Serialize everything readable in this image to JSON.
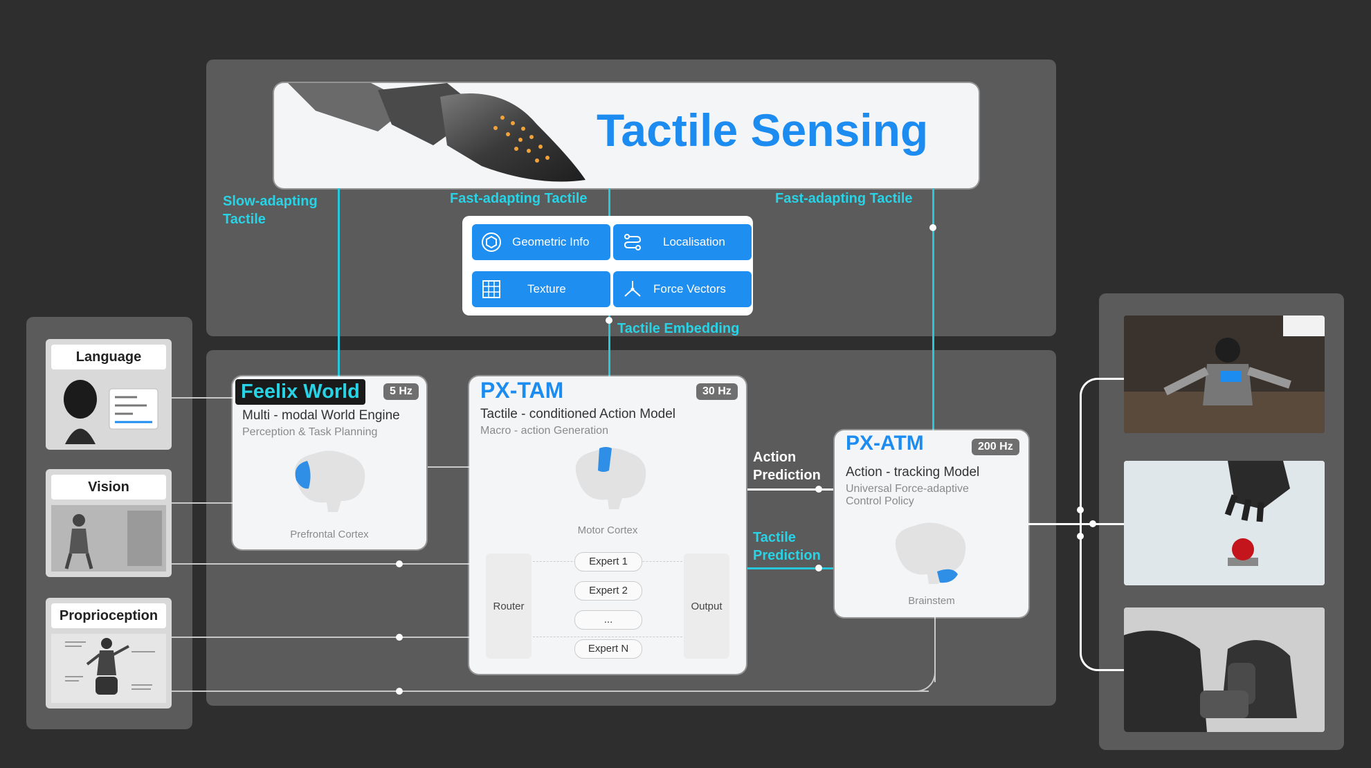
{
  "header": {
    "title": "Tactile Sensing"
  },
  "tactile_labels": {
    "slow_adapting": "Slow-adapting Tactile",
    "fast_adapting_center": "Fast-adapting Tactile",
    "fast_adapting_right": "Fast-adapting Tactile",
    "embedding": "Tactile Embedding"
  },
  "features": [
    {
      "label": "Geometric Info",
      "icon": "geometry-icon"
    },
    {
      "label": "Localisation",
      "icon": "route-icon"
    },
    {
      "label": "Texture",
      "icon": "grid-icon"
    },
    {
      "label": "Force Vectors",
      "icon": "vector-axes-icon"
    }
  ],
  "modalities": [
    {
      "label": "Language"
    },
    {
      "label": "Vision"
    },
    {
      "label": "Proprioception"
    }
  ],
  "feelix": {
    "title": "Feelix World",
    "hz": "5 Hz",
    "subtitle": "Multi - modal World Engine",
    "caption": "Perception & Task Planning",
    "region": "Prefrontal Cortex"
  },
  "pxtam": {
    "title": "PX-TAM",
    "hz": "30 Hz",
    "subtitle": "Tactile - conditioned Action Model",
    "caption": "Macro - action Generation",
    "region": "Motor Cortex",
    "router": "Router",
    "output": "Output",
    "experts": [
      "Expert 1",
      "Expert 2",
      "...",
      "Expert N"
    ]
  },
  "pxatm": {
    "title": "PX-ATM",
    "hz": "200 Hz",
    "subtitle": "Action - tracking Model",
    "caption": "Universal Force-adaptive Control Policy",
    "region": "Brainstem"
  },
  "arrows": {
    "action_prediction": "Action Prediction",
    "tactile_prediction": "Tactile Prediction"
  },
  "colors": {
    "accent_cyan": "#29d3e6",
    "accent_blue": "#1d8cf0",
    "panel": "#5b5b5b",
    "background": "#2e2e2e"
  }
}
